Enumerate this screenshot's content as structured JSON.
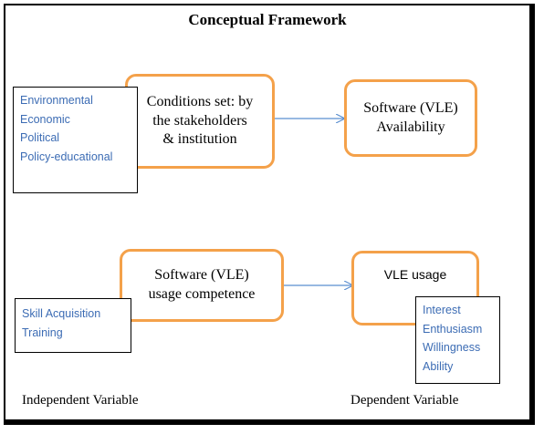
{
  "title": "Conceptual Framework",
  "nodes": {
    "conditions": [
      "Conditions set: by",
      "the stakeholders",
      "& institution"
    ],
    "availability": [
      "Software (VLE)",
      "Availability"
    ],
    "competence": [
      "Software (VLE)",
      "usage competence"
    ],
    "usage": [
      "VLE usage"
    ]
  },
  "factor_boxes": {
    "environment": [
      "Environmental",
      "Economic",
      "Political",
      "Policy-educational"
    ],
    "skills": [
      "Skill Acquisition",
      "Training"
    ],
    "attitudes": [
      "Interest",
      "Enthusiasm",
      "Willingness",
      "Ability"
    ]
  },
  "labels": {
    "independent": "Independent Variable",
    "dependent": "Dependent Variable"
  },
  "colors": {
    "box_border": "#f4a14a",
    "factor_text": "#3c6cb4",
    "arrow": "#5b8fd0"
  }
}
